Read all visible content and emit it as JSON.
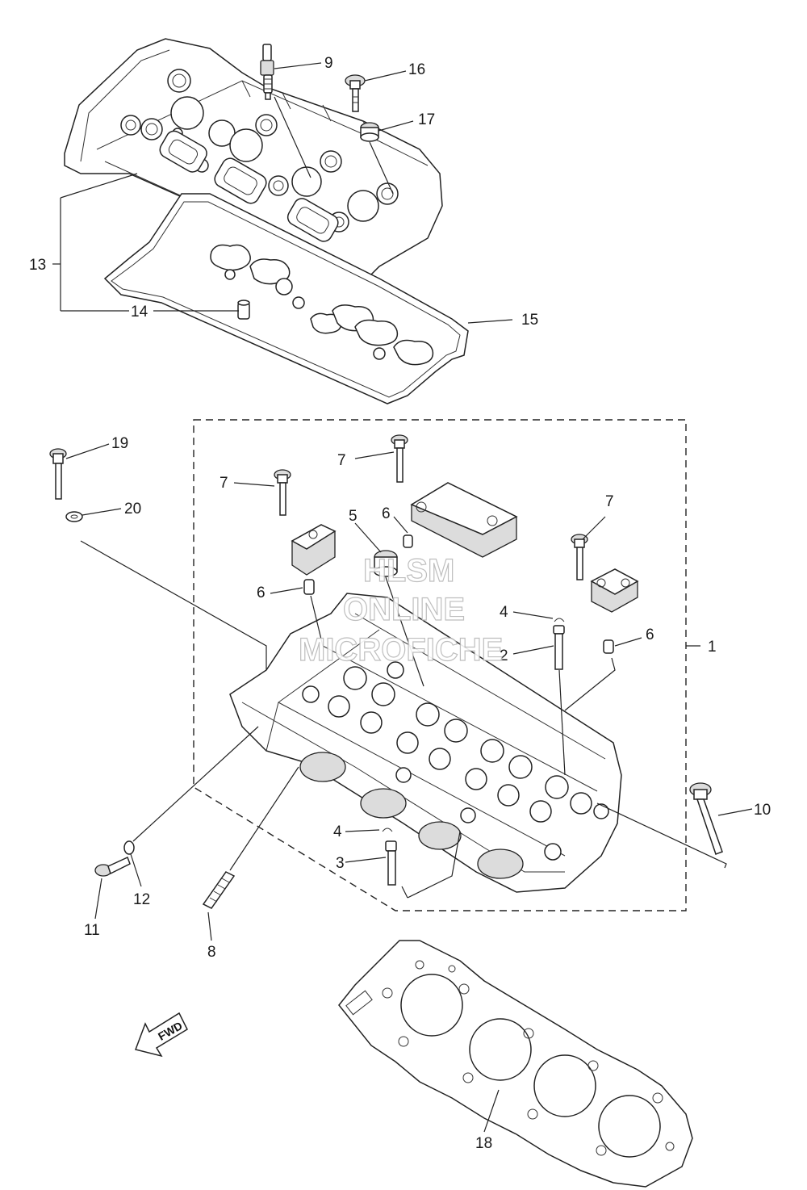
{
  "callouts": [
    {
      "id": "c1",
      "text": "1"
    },
    {
      "id": "c2",
      "text": "2"
    },
    {
      "id": "c3",
      "text": "3"
    },
    {
      "id": "c4a",
      "text": "4"
    },
    {
      "id": "c4b",
      "text": "4"
    },
    {
      "id": "c5",
      "text": "5"
    },
    {
      "id": "c6a",
      "text": "6"
    },
    {
      "id": "c6b",
      "text": "6"
    },
    {
      "id": "c6c",
      "text": "6"
    },
    {
      "id": "c7a",
      "text": "7"
    },
    {
      "id": "c7b",
      "text": "7"
    },
    {
      "id": "c7c",
      "text": "7"
    },
    {
      "id": "c8",
      "text": "8"
    },
    {
      "id": "c9",
      "text": "9"
    },
    {
      "id": "c10",
      "text": "10"
    },
    {
      "id": "c11",
      "text": "11"
    },
    {
      "id": "c12",
      "text": "12"
    },
    {
      "id": "c13",
      "text": "13"
    },
    {
      "id": "c14",
      "text": "14"
    },
    {
      "id": "c15",
      "text": "15"
    },
    {
      "id": "c16",
      "text": "16"
    },
    {
      "id": "c17",
      "text": "17"
    },
    {
      "id": "c18",
      "text": "18"
    },
    {
      "id": "c19",
      "text": "19"
    },
    {
      "id": "c20",
      "text": "20"
    }
  ],
  "watermark": {
    "line1": "HLSM",
    "line2": "ONLINE",
    "line3": "MICROFICHE"
  },
  "direction_arrow": {
    "label": "FWD",
    "icon": "fwd-arrow-icon"
  }
}
